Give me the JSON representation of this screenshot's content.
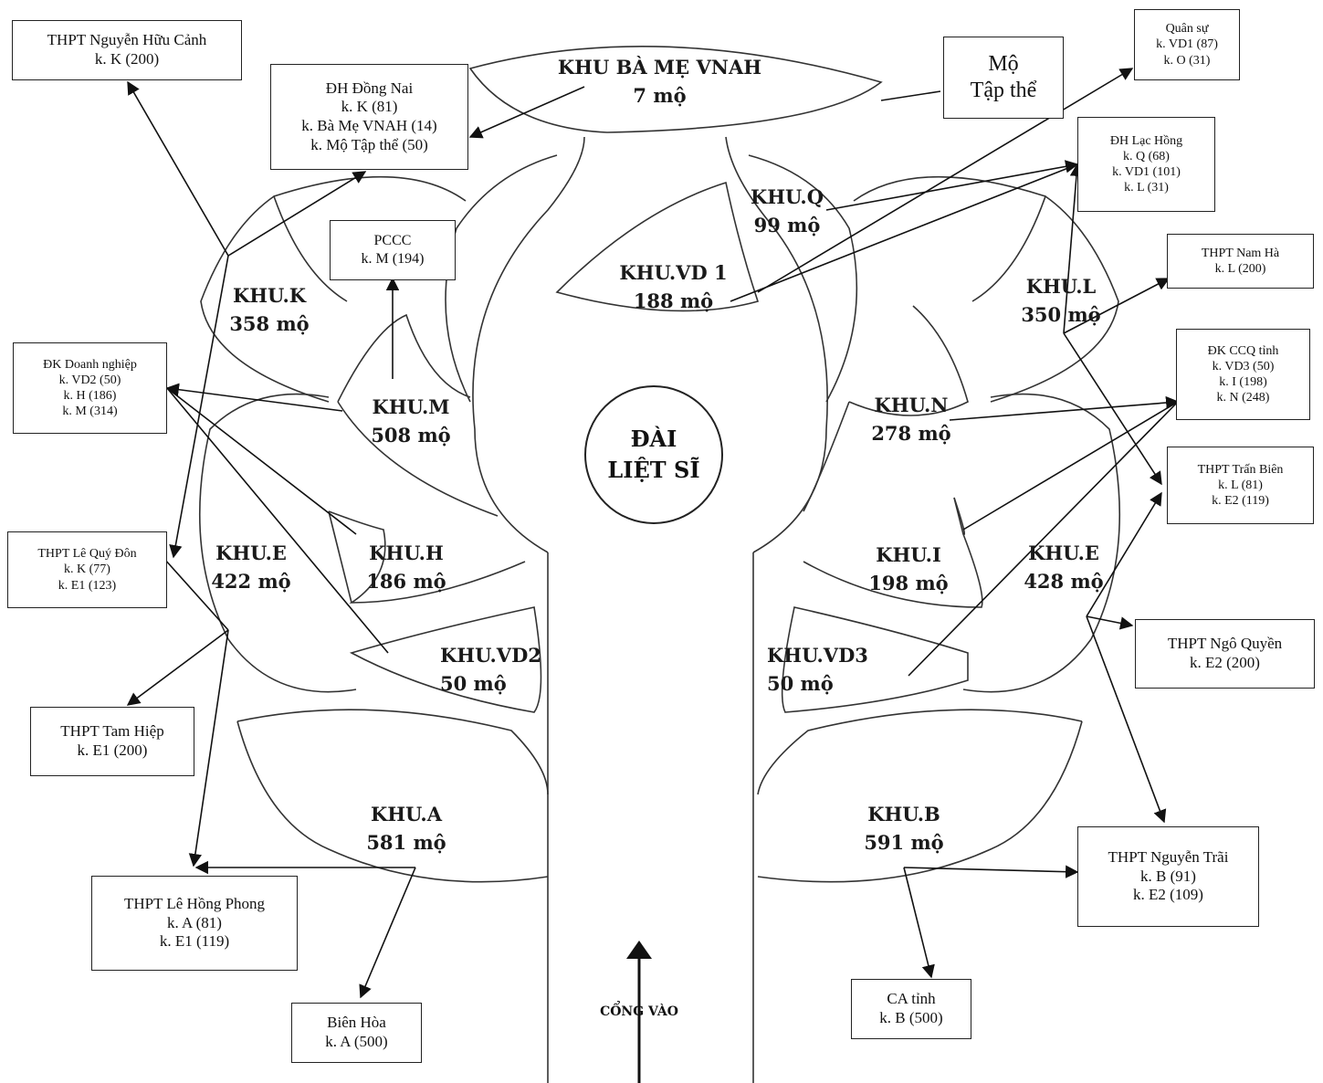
{
  "center": {
    "line1": "ĐÀI",
    "line2": "LIỆT SĨ"
  },
  "entrance": "CỔNG VÀO",
  "zones": {
    "ba_me": {
      "name": "KHU BÀ MẸ VNAH",
      "count": "7 mộ"
    },
    "q": {
      "name": "KHU.Q",
      "count": "99 mộ"
    },
    "vd1": {
      "name": "KHU.VD 1",
      "count": "188 mộ"
    },
    "k": {
      "name": "KHU.K",
      "count": "358 mộ"
    },
    "l": {
      "name": "KHU.L",
      "count": "350 mộ"
    },
    "m": {
      "name": "KHU.M",
      "count": "508 mộ"
    },
    "n": {
      "name": "KHU.N",
      "count": "278 mộ"
    },
    "h": {
      "name": "KHU.H",
      "count": "186 mộ"
    },
    "i": {
      "name": "KHU.I",
      "count": "198 mộ"
    },
    "e_left": {
      "name": "KHU.E",
      "count": "422 mộ"
    },
    "e_right": {
      "name": "KHU.E",
      "count": "428 mộ"
    },
    "vd2": {
      "name": "KHU.VD2",
      "count": "50 mộ"
    },
    "vd3": {
      "name": "KHU.VD3",
      "count": "50 mộ"
    },
    "a": {
      "name": "KHU.A",
      "count": "581 mộ"
    },
    "b": {
      "name": "KHU.B",
      "count": "591 mộ"
    }
  },
  "boxes": {
    "nguyen_huu_canh": [
      "THPT Nguyễn Hữu Cảnh",
      "k. K (200)"
    ],
    "dh_dong_nai": [
      "ĐH Đồng Nai",
      "k. K (81)",
      "k. Bà Mẹ VNAH (14)",
      "k. Mộ Tập thể (50)"
    ],
    "mo_tap_the": [
      "Mộ",
      "Tập thể"
    ],
    "quan_su": [
      "Quân sự",
      "k. VD1 (87)",
      "k. O (31)"
    ],
    "dh_lac_hong": [
      "ĐH Lạc Hồng",
      "k. Q (68)",
      "k. VD1 (101)",
      "k. L (31)"
    ],
    "pccc": [
      "PCCC",
      "k. M (194)"
    ],
    "nam_ha": [
      "THPT Nam Hà",
      "k. L (200)"
    ],
    "dk_doanh_nghiep": [
      "ĐK Doanh nghiệp",
      "k. VD2 (50)",
      "k. H (186)",
      "k. M (314)"
    ],
    "dk_ccq": [
      "ĐK CCQ tỉnh",
      "k. VD3 (50)",
      "k. I (198)",
      "k. N (248)"
    ],
    "tran_bien": [
      "THPT Trấn Biên",
      "k. L (81)",
      "k. E2 (119)"
    ],
    "le_quy_don": [
      "THPT Lê Quý Đôn",
      "k. K (77)",
      "k. E1 (123)"
    ],
    "ngo_quyen": [
      "THPT Ngô Quyền",
      "k. E2 (200)"
    ],
    "tam_hiep": [
      "THPT Tam Hiệp",
      "k. E1 (200)"
    ],
    "nguyen_trai": [
      "THPT Nguyễn Trãi",
      "k. B (91)",
      "k. E2 (109)"
    ],
    "le_hong_phong": [
      "THPT Lê Hồng Phong",
      "k. A (81)",
      "k. E1 (119)"
    ],
    "ca_tinh": [
      "CA tỉnh",
      "k. B (500)"
    ],
    "bien_hoa": [
      "Biên Hòa",
      "k. A (500)"
    ]
  }
}
